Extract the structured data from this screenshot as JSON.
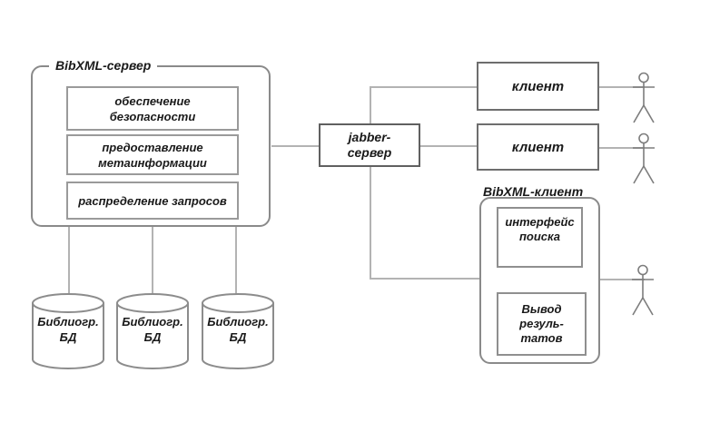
{
  "palette": {
    "background": "#ffffff",
    "connector_line": "#b3b3b3",
    "rounded_box_border": "#8a8a8a",
    "module_border": "#9a9a9a",
    "jabber_border": "#606060",
    "client_border": "#6e6e6e",
    "actor_stroke": "#7d7d7d",
    "text": "#1a1a1a"
  },
  "server": {
    "title": "BibXML-сервер",
    "modules": [
      {
        "label": "обеспечение\nбезопасности"
      },
      {
        "label": "предоставление\nметаинформации"
      },
      {
        "label": "распределение запросов"
      }
    ]
  },
  "jabber": {
    "label": "jabber-\nсервер"
  },
  "clients": [
    {
      "label": "клиент"
    },
    {
      "label": "клиент"
    }
  ],
  "bibxml_client": {
    "title": "BibXML-клиент",
    "modules": [
      {
        "label": "интерфейс\nпоиска"
      },
      {
        "label": "Вывод\nрезуль-\nтатов"
      }
    ]
  },
  "databases": [
    {
      "label": "Библиогр.\nБД"
    },
    {
      "label": "Библиогр.\nБД"
    },
    {
      "label": "Библиогр.\nБД"
    }
  ]
}
